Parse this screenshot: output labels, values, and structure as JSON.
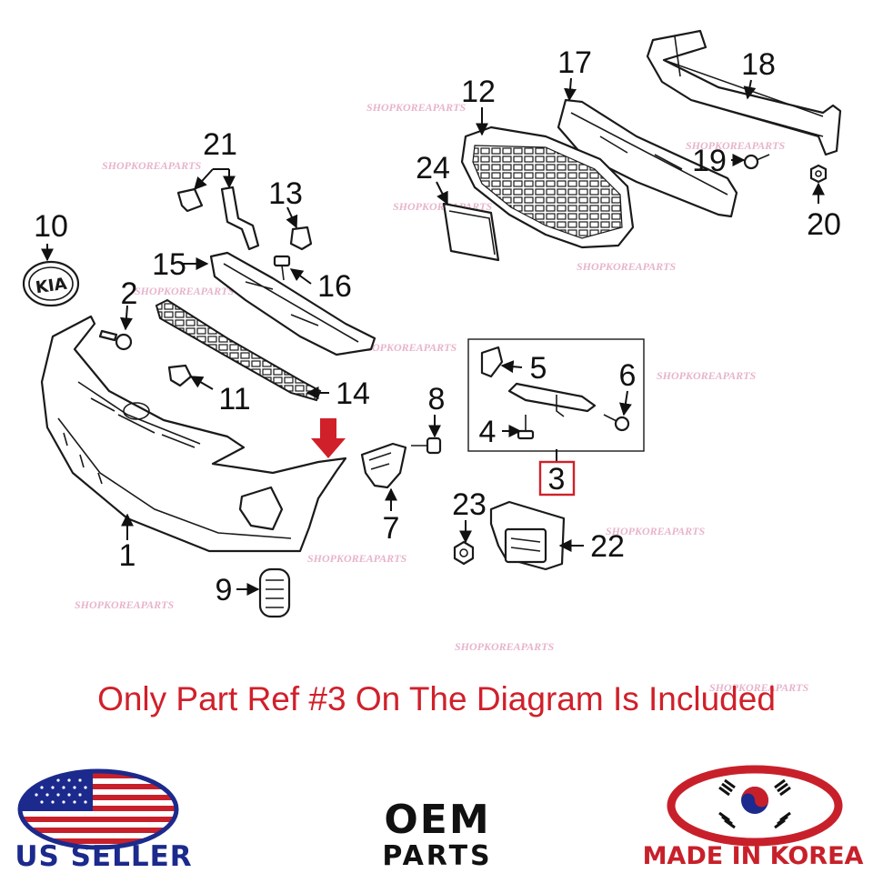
{
  "callouts": {
    "c1": "1",
    "c2": "2",
    "c3": "3",
    "c4": "4",
    "c5": "5",
    "c6": "6",
    "c7": "7",
    "c8": "8",
    "c9": "9",
    "c10": "10",
    "c11": "11",
    "c12": "12",
    "c13": "13",
    "c14": "14",
    "c15": "15",
    "c16": "16",
    "c17": "17",
    "c18": "18",
    "c19": "19",
    "c20": "20",
    "c21": "21",
    "c22": "22",
    "c23": "23",
    "c24": "24"
  },
  "watermark": "SHOPKOREAPARTS",
  "notice": "Only Part Ref #3 On The Diagram Is Included",
  "badges": {
    "us_seller": "US SELLER",
    "oem_line1": "OEM",
    "oem_line2": "PARTS",
    "made_in_korea": "MADE IN KOREA"
  },
  "logo_text": "KIA",
  "colors": {
    "highlight": "#d0202a",
    "watermark": "#e7b4cc",
    "us_blue": "#1b2a8c",
    "korea_red": "#c8202a"
  },
  "icons": {
    "arrow": "red-down-arrow-icon",
    "us_flag": "us-flag-oval-icon",
    "korea_flag": "korea-flag-oval-icon"
  }
}
